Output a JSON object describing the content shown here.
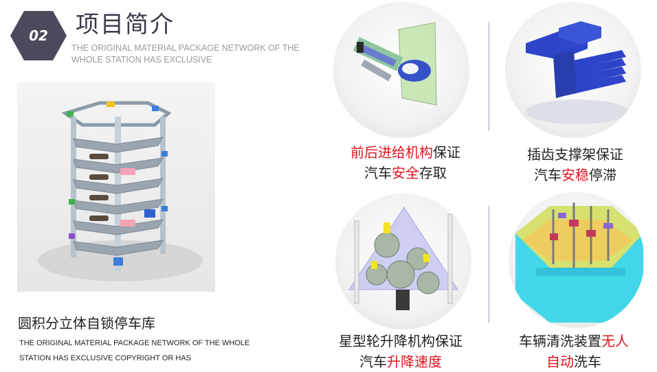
{
  "header": {
    "badge_number": "02",
    "title": "项目简介",
    "subtitle": "THE ORIGINAL MATERIAL PACKAGE NETWORK OF THE WHOLE STATION HAS EXCLUSIVE"
  },
  "main": {
    "caption": "圆积分立体自锁停车库",
    "description": "THE ORIGINAL MATERIAL PACKAGE NETWORK OF THE WHOLE STATION HAS EXCLUSIVE COPYRIGHT OR HAS"
  },
  "features": [
    {
      "line1_red": "前后进给机构",
      "line1_plain": "保证",
      "line2_pre": "汽车",
      "line2_red": "安全",
      "line2_post": "存取"
    },
    {
      "line1_red": "",
      "line1_plain": "插齿支撑架保证",
      "line2_pre": "汽车",
      "line2_red": "安稳",
      "line2_post": "停滞"
    },
    {
      "line1_red": "",
      "line1_plain": "星型轮升降机构保证",
      "line2_pre": "汽车",
      "line2_red": "升降速度",
      "line2_post": ""
    },
    {
      "line1_plain": "车辆清洗装置",
      "line1_red": "无人",
      "line2_red": "自动",
      "line2_post": "洗车"
    }
  ],
  "colors": {
    "accent_red": "#e0141e",
    "badge_fill": "#4a4a5c",
    "divider": "#9aa0b5"
  }
}
